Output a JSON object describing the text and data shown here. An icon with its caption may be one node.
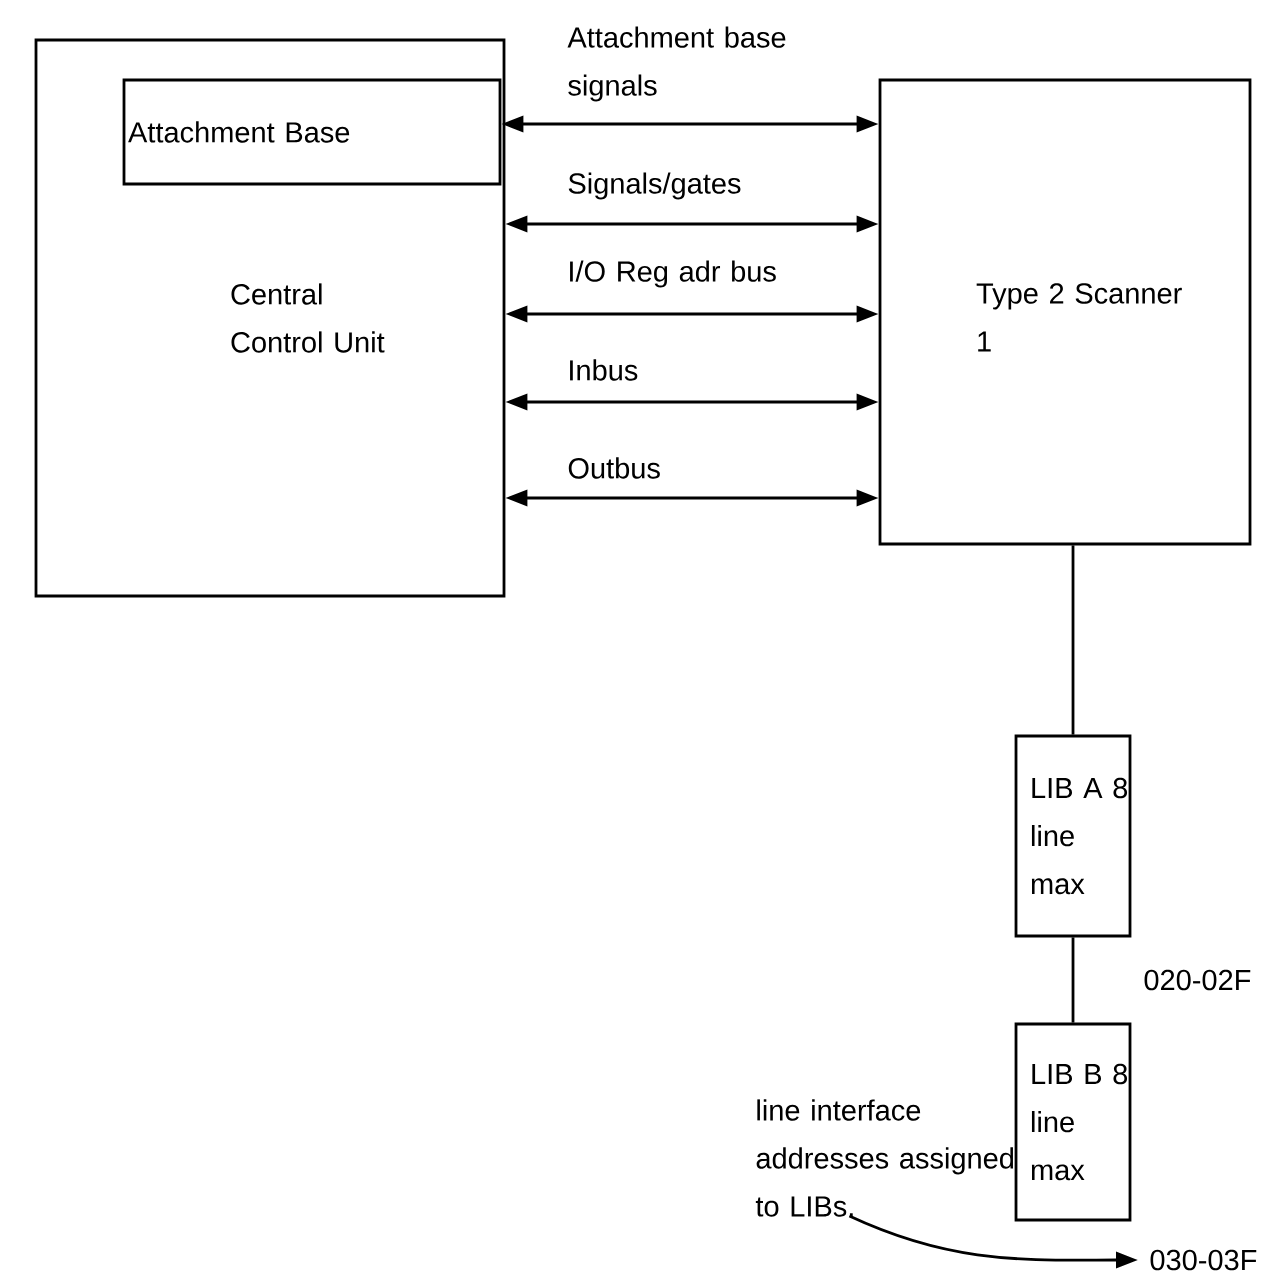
{
  "diagram": {
    "nodes": [
      {
        "text": [
          "Central Control Unit"
        ]
      },
      {
        "text": [
          "Attachment Base"
        ],
        "in": 0
      },
      {
        "text": [
          "Type 2 Scanner 1"
        ]
      },
      {
        "text": [
          "LIB A 8 line max"
        ]
      },
      {
        "text": [
          "LIB B 8 line max"
        ]
      },
      {
        "text": [
          "line interface addresses assigned to LIBs."
        ]
      },
      {
        "text": [
          "030-03F"
        ]
      }
    ],
    "edges": [
      {
        "from": 1,
        "to": 2,
        "arrow": "both",
        "label": "Attachment base signals"
      },
      {
        "from": 0,
        "to": 2,
        "arrow": "both",
        "label": "Signals/gates"
      },
      {
        "from": 0,
        "to": 2,
        "arrow": "both",
        "label": "I/O Reg adr bus"
      },
      {
        "from": 0,
        "to": 2,
        "arrow": "both",
        "label": "Inbus"
      },
      {
        "from": 0,
        "to": 2,
        "arrow": "both",
        "label": "Outbus"
      },
      {
        "from": 2,
        "to": 3,
        "arrow": "none"
      },
      {
        "from": 3,
        "to": 4,
        "arrow": "none",
        "label": "020-02F"
      },
      {
        "from": 5,
        "to": 6,
        "arrow": "to"
      }
    ]
  }
}
